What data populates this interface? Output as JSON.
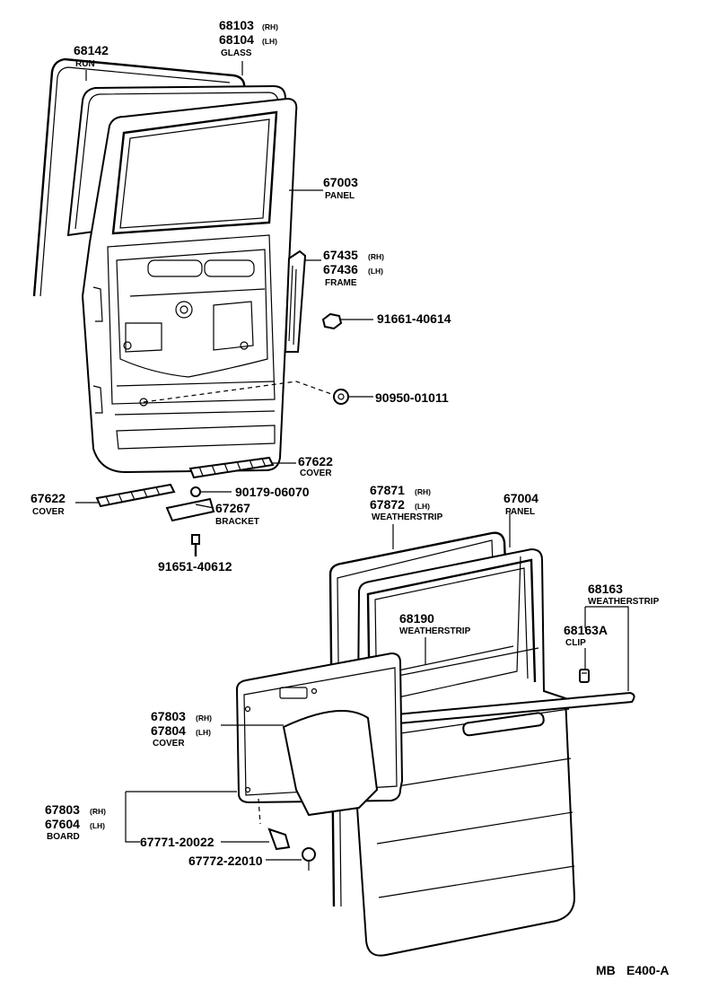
{
  "parts": {
    "p68142": {
      "number": "68142",
      "name": "RUN"
    },
    "p68103": {
      "number": "68103",
      "suffix": "(RH)"
    },
    "p68104": {
      "number": "68104",
      "suffix": "(LH)",
      "name": "GLASS"
    },
    "p67003": {
      "number": "67003",
      "name": "PANEL"
    },
    "p67435": {
      "number": "67435",
      "suffix": "(RH)"
    },
    "p67436": {
      "number": "67436",
      "suffix": "(LH)",
      "name": "FRAME"
    },
    "p91661": {
      "number": "91661-40614"
    },
    "p90950": {
      "number": "90950-01011"
    },
    "p67622a": {
      "number": "67622",
      "name": "COVER"
    },
    "p90179": {
      "number": "90179-06070"
    },
    "p67622b": {
      "number": "67622",
      "name": "COVER"
    },
    "p67267": {
      "number": "67267",
      "name": "BRACKET"
    },
    "p91651": {
      "number": "91651-40612"
    },
    "p67871": {
      "number": "67871",
      "suffix": "(RH)"
    },
    "p67872": {
      "number": "67872",
      "suffix": "(LH)",
      "name": "WEATHERSTRIP"
    },
    "p67004": {
      "number": "67004",
      "name": "PANEL"
    },
    "p68163": {
      "number": "68163",
      "name": "WEATHERSTRIP"
    },
    "p68190": {
      "number": "68190",
      "name": "WEATHERSTRIP"
    },
    "p68163A": {
      "number": "68163A",
      "name": "CLIP"
    },
    "p67803c": {
      "number": "67803",
      "suffix": "(RH)"
    },
    "p67804c": {
      "number": "67804",
      "suffix": "(LH)",
      "name": "COVER"
    },
    "p67803b": {
      "number": "67803",
      "suffix": "(RH)"
    },
    "p67604b": {
      "number": "67604",
      "suffix": "(LH)",
      "name": "BOARD"
    },
    "p67771": {
      "number": "67771-20022"
    },
    "p67772": {
      "number": "67772-22010"
    }
  },
  "footer": {
    "code": "MB",
    "ref": "E400-A"
  }
}
